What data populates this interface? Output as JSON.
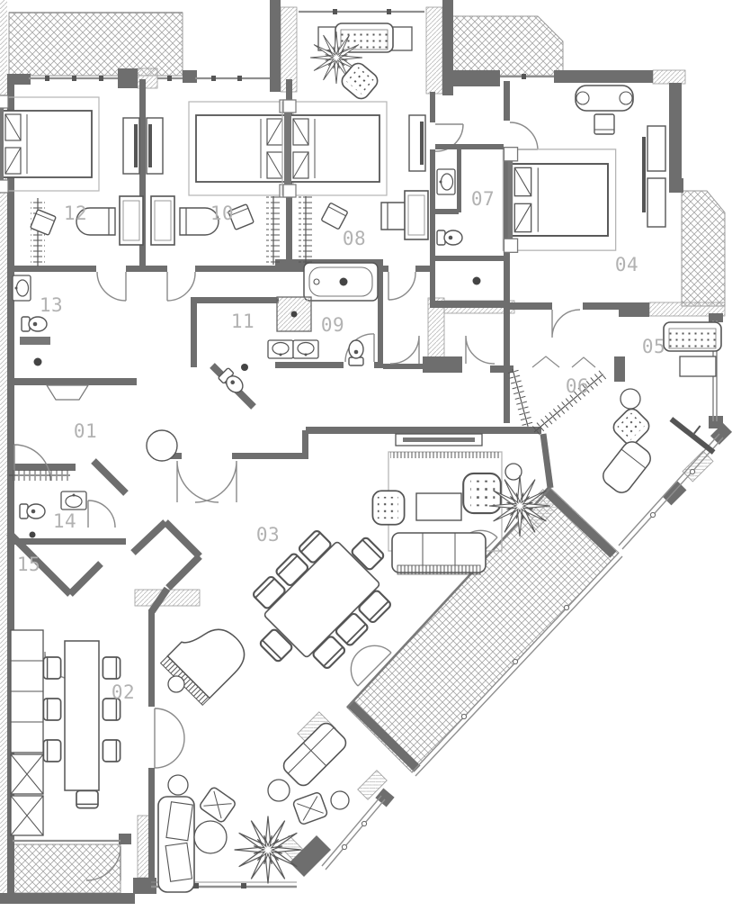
{
  "drawing": {
    "type": "architectural floor plan",
    "description": "Apartment floor plan with numbered rooms, furniture symbols and hatched balconies"
  },
  "rooms": [
    {
      "number": "01"
    },
    {
      "number": "02"
    },
    {
      "number": "03"
    },
    {
      "number": "04"
    },
    {
      "number": "05"
    },
    {
      "number": "06"
    },
    {
      "number": "07"
    },
    {
      "number": "08"
    },
    {
      "number": "09"
    },
    {
      "number": "10"
    },
    {
      "number": "11"
    },
    {
      "number": "12"
    },
    {
      "number": "13"
    },
    {
      "number": "14"
    },
    {
      "number": "15"
    }
  ],
  "palette": {
    "wall": "#6e6e6e",
    "furniture_line": "#555555",
    "glass": "#8f8f8f",
    "crosshatch": "#a6a6a6",
    "light_hatch": "#bfbfbf",
    "label": "#b2b2b2",
    "background": "#ffffff"
  }
}
